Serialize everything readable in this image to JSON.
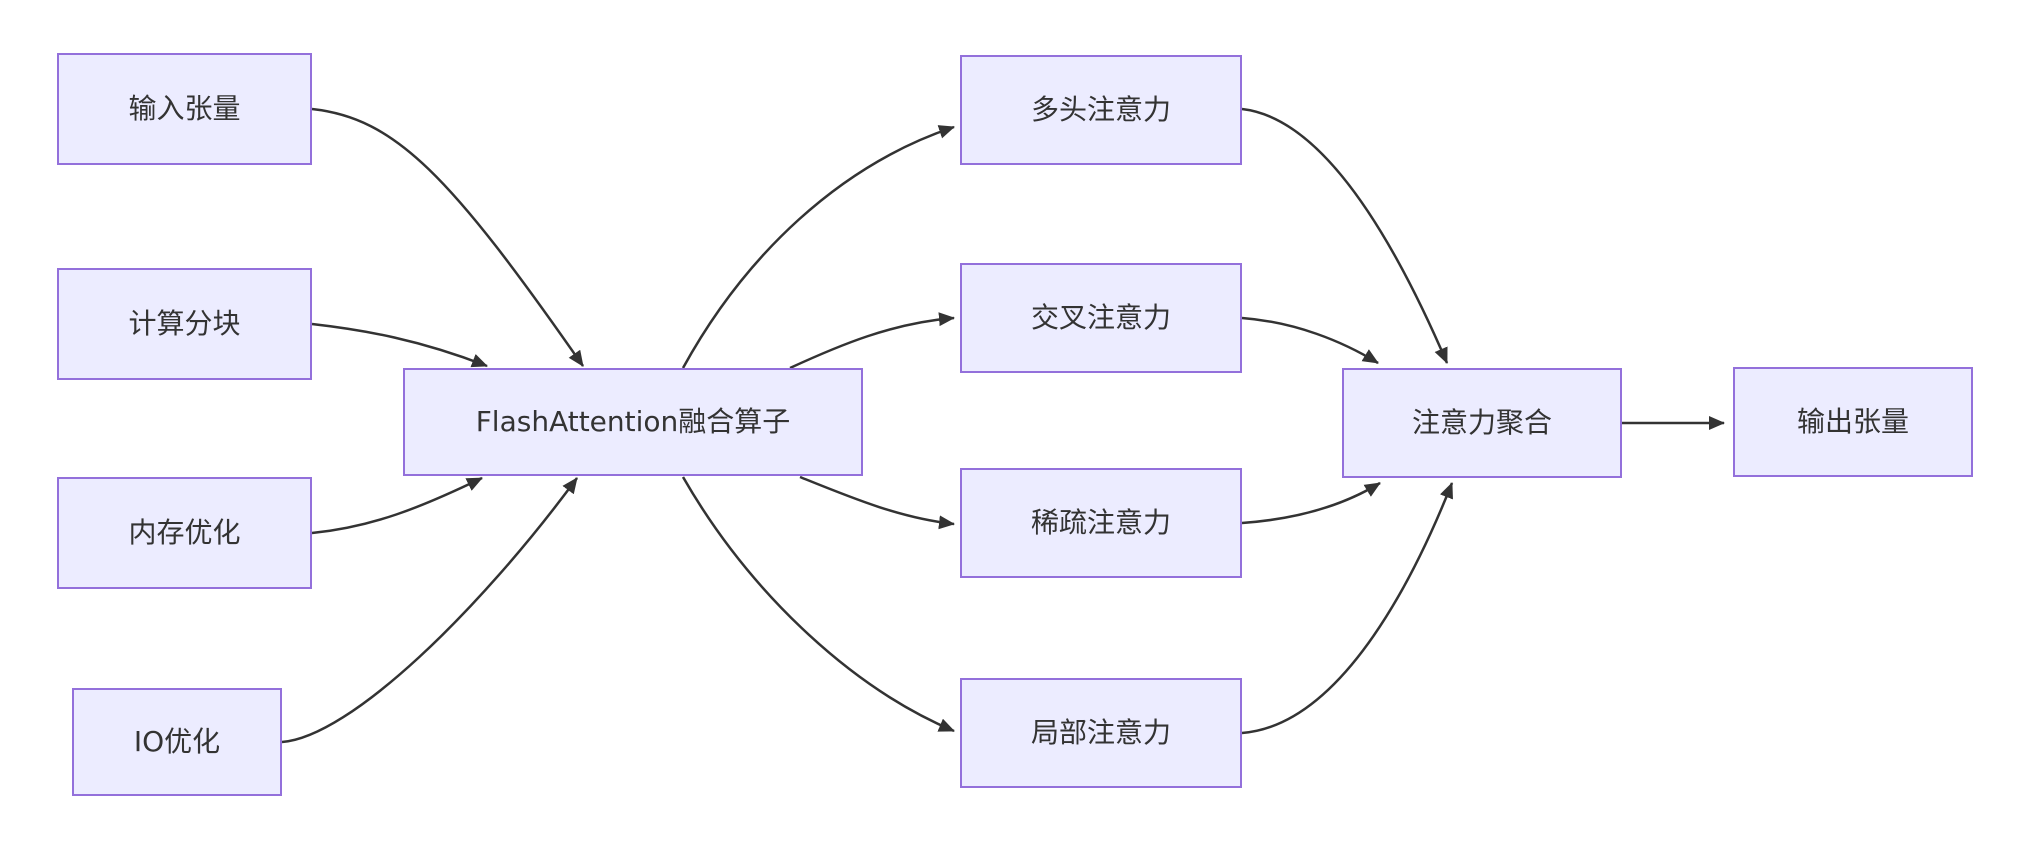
{
  "diagram": {
    "type": "flowchart",
    "direction": "left-to-right",
    "colors": {
      "node_fill": "#ECECFF",
      "node_border": "#9370DB",
      "edge_color": "#333333",
      "text_color": "#333333"
    },
    "nodes": {
      "input_tensor": {
        "label": "输入张量"
      },
      "compute_block": {
        "label": "计算分块"
      },
      "mem_opt": {
        "label": "内存优化"
      },
      "io_opt": {
        "label": "IO优化"
      },
      "flash": {
        "label": "FlashAttention融合算子"
      },
      "mha": {
        "label": "多头注意力"
      },
      "cross": {
        "label": "交叉注意力"
      },
      "sparse": {
        "label": "稀疏注意力"
      },
      "local": {
        "label": "局部注意力"
      },
      "agg": {
        "label": "注意力聚合"
      },
      "out": {
        "label": "输出张量"
      }
    },
    "edges": [
      {
        "from": "input_tensor",
        "to": "flash"
      },
      {
        "from": "compute_block",
        "to": "flash"
      },
      {
        "from": "mem_opt",
        "to": "flash"
      },
      {
        "from": "io_opt",
        "to": "flash"
      },
      {
        "from": "flash",
        "to": "mha"
      },
      {
        "from": "flash",
        "to": "cross"
      },
      {
        "from": "flash",
        "to": "sparse"
      },
      {
        "from": "flash",
        "to": "local"
      },
      {
        "from": "mha",
        "to": "agg"
      },
      {
        "from": "cross",
        "to": "agg"
      },
      {
        "from": "sparse",
        "to": "agg"
      },
      {
        "from": "local",
        "to": "agg"
      },
      {
        "from": "agg",
        "to": "out"
      }
    ]
  }
}
